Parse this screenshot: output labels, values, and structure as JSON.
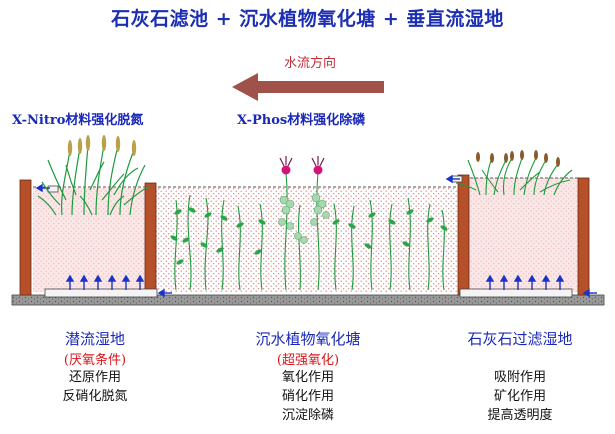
{
  "title": "石灰石滤池 + 沉水植物氧化塘 + 垂直流湿地",
  "flow_direction_label": "水流方向",
  "materials": {
    "left": "X-Nitro材料强化脱氮",
    "middle": "X-Phos材料强化除磷"
  },
  "sections": [
    {
      "name": "潜流湿地",
      "condition": "(厌氧条件)",
      "functions": [
        "还原作用",
        "反硝化脱氮"
      ]
    },
    {
      "name": "沉水植物氧化塘",
      "condition": "(超强氧化)",
      "functions": [
        "氧化作用",
        "硝化作用",
        "沉淀除磷"
      ]
    },
    {
      "name": "石灰石过滤湿地",
      "condition": "",
      "functions": [
        "吸附作用",
        "矿化作用",
        "提高透明度"
      ]
    }
  ],
  "colors": {
    "title": "#1c2fb4",
    "wall": "#b5502a",
    "arrow": "#a0524a",
    "water_dots": "#d98a8a",
    "plant": "#1e9a3e",
    "flower": "#d2147a",
    "blue_arrows": "#1a33c8"
  },
  "icons": [
    "left-flow-arrow",
    "reed-plant-icon",
    "submerged-plant-icon",
    "flower-icon",
    "up-arrow-icon"
  ]
}
